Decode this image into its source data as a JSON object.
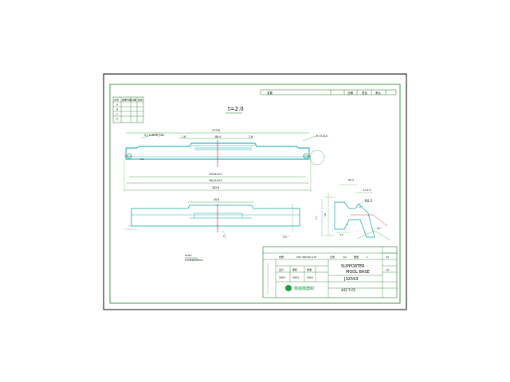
{
  "drawing": {
    "thickness_label": "t=2.0",
    "header_label": "变更",
    "note_cut": "S C N MOD_ENC",
    "note_radius": "R=5.0(2)",
    "note_stamp": "ECRD",
    "note_stamp_sub": "1.2345678 ECC",
    "ref_front": "4.1"
  },
  "dimensions": {
    "overall_top": "279.6",
    "mid_width": "88.4",
    "step_left": "2.8",
    "step_right": "2.8",
    "hole_span": "229.6±0.2",
    "total_inner": "264.0±0.5",
    "total_outer": "283.6",
    "slot_width": "45.6",
    "h_detail": "5",
    "side_dim": "2.5",
    "det_top": "R0.4",
    "det_c": "2-C1.0",
    "det_r": "R0.5",
    "det_h1": "10",
    "det_h2": "7.5",
    "det_w": "3.5",
    "det_angle": "60°"
  },
  "revision_table": {
    "headers": [
      "记号",
      "变更内容",
      "日期",
      "签名"
    ],
    "rows": [
      [
        "A",
        "",
        "",
        ""
      ],
      [
        "B",
        "",
        "",
        ""
      ],
      [
        "C",
        "",
        "",
        ""
      ],
      [
        "D",
        "",
        "",
        ""
      ]
    ]
  },
  "top_strip": {
    "cells": [
      "变更",
      "",
      "",
      "日期",
      "签名",
      "承认"
    ]
  },
  "title_block": {
    "material_label": "材质",
    "material_value": "SUS 304 BA 0.2T",
    "scale_label": "比例",
    "scale_value": "1/2",
    "qty_label": "数量",
    "qty_value": "1",
    "part_name": "SUPPORTER -",
    "part_name2": "MODL BASE",
    "part_number": "J32593",
    "drawing_number": "442-7-01",
    "company": "泰盛機器制",
    "sign_labels": [
      "设计",
      "审核",
      "批准"
    ],
    "sign_values": [
      "2001",
      "2001",
      "2001"
    ],
    "side_labels": [
      "A3",
      "1/1",
      "",
      "",
      "",
      ""
    ]
  },
  "colors": {
    "border": "#1a7a1a",
    "geometry": "#00a6a6",
    "dimension": "#2a9a2a",
    "centerline": "#d01010",
    "logo": "#1f9d3a"
  }
}
